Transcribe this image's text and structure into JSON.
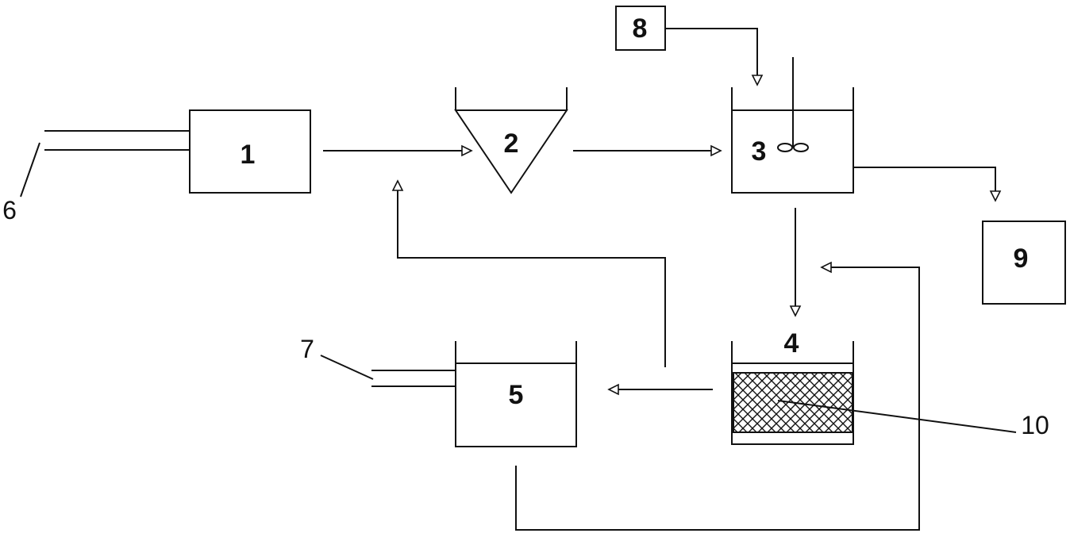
{
  "labels": {
    "unit1": "1",
    "unit2": "2",
    "unit3": "3",
    "unit4": "4",
    "unit5": "5",
    "unit6": "6",
    "unit7": "7",
    "unit8": "8",
    "unit9": "9",
    "unit10": "10"
  },
  "colors": {
    "stroke": "#111111",
    "background": "#ffffff"
  }
}
